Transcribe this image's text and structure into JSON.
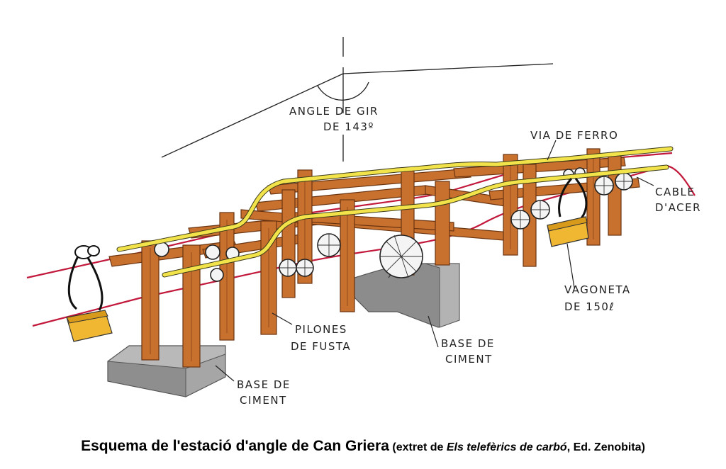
{
  "labels": {
    "angle_line1": "ANGLE DE GIR",
    "angle_line2": "DE 143º",
    "via_ferro": "VIA DE FERRO",
    "cable_line1": "CABLE",
    "cable_line2": "D'ACER",
    "vagoneta_line1": "VAGONETA",
    "vagoneta_line2": "DE 150ℓ",
    "pilones_line1": "PILONES",
    "pilones_line2": "DE FUSTA",
    "base_center_line1": "BASE DE",
    "base_center_line2": "CIMENT",
    "base_left_line1": "BASE DE",
    "base_left_line2": "CIMENT"
  },
  "caption": {
    "main": "Esquema de l'estació d'angle de Can Griera",
    "sub_open": "(extret de ",
    "sub_book": "Els telefèrics de carbó",
    "sub_close": ", Ed. Zenobita)"
  },
  "colors": {
    "wood": "#c8702e",
    "wood_dark": "#8a4418",
    "rail": "#f2e34a",
    "cable": "#c2183b",
    "bucket": "#f0b832",
    "concrete": "#9a9a9a"
  }
}
